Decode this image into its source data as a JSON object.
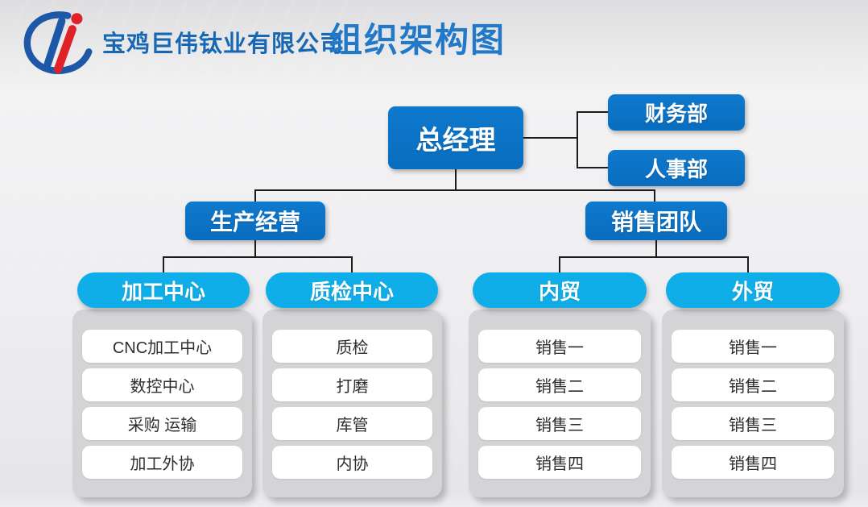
{
  "header": {
    "company_name": "宝鸡巨伟钛业有限公司",
    "page_title": "组织架构图"
  },
  "colors": {
    "node_blue": "#0b72c5",
    "pill_cyan": "#10aee8",
    "company_name_blue": "#1767b2",
    "title_blue": "#2179c8",
    "logo_blue": "#1d58a8",
    "logo_red": "#e02128",
    "panel_gray": "#d4d4d6",
    "item_white": "#ffffff",
    "connector_black": "#1b1b1b"
  },
  "org": {
    "root": "总经理",
    "staff": [
      "财务部",
      "人事部"
    ],
    "branches": [
      {
        "label": "生产经营",
        "groups": [
          {
            "header": "加工中心",
            "items": [
              "CNC加工中心",
              "数控中心",
              "采购 运输",
              "加工外协"
            ]
          },
          {
            "header": "质检中心",
            "items": [
              "质检",
              "打磨",
              "库管",
              "内协"
            ]
          }
        ]
      },
      {
        "label": "销售团队",
        "groups": [
          {
            "header": "内贸",
            "items": [
              "销售一",
              "销售二",
              "销售三",
              "销售四"
            ]
          },
          {
            "header": "外贸",
            "items": [
              "销售一",
              "销售二",
              "销售三",
              "销售四"
            ]
          }
        ]
      }
    ]
  }
}
